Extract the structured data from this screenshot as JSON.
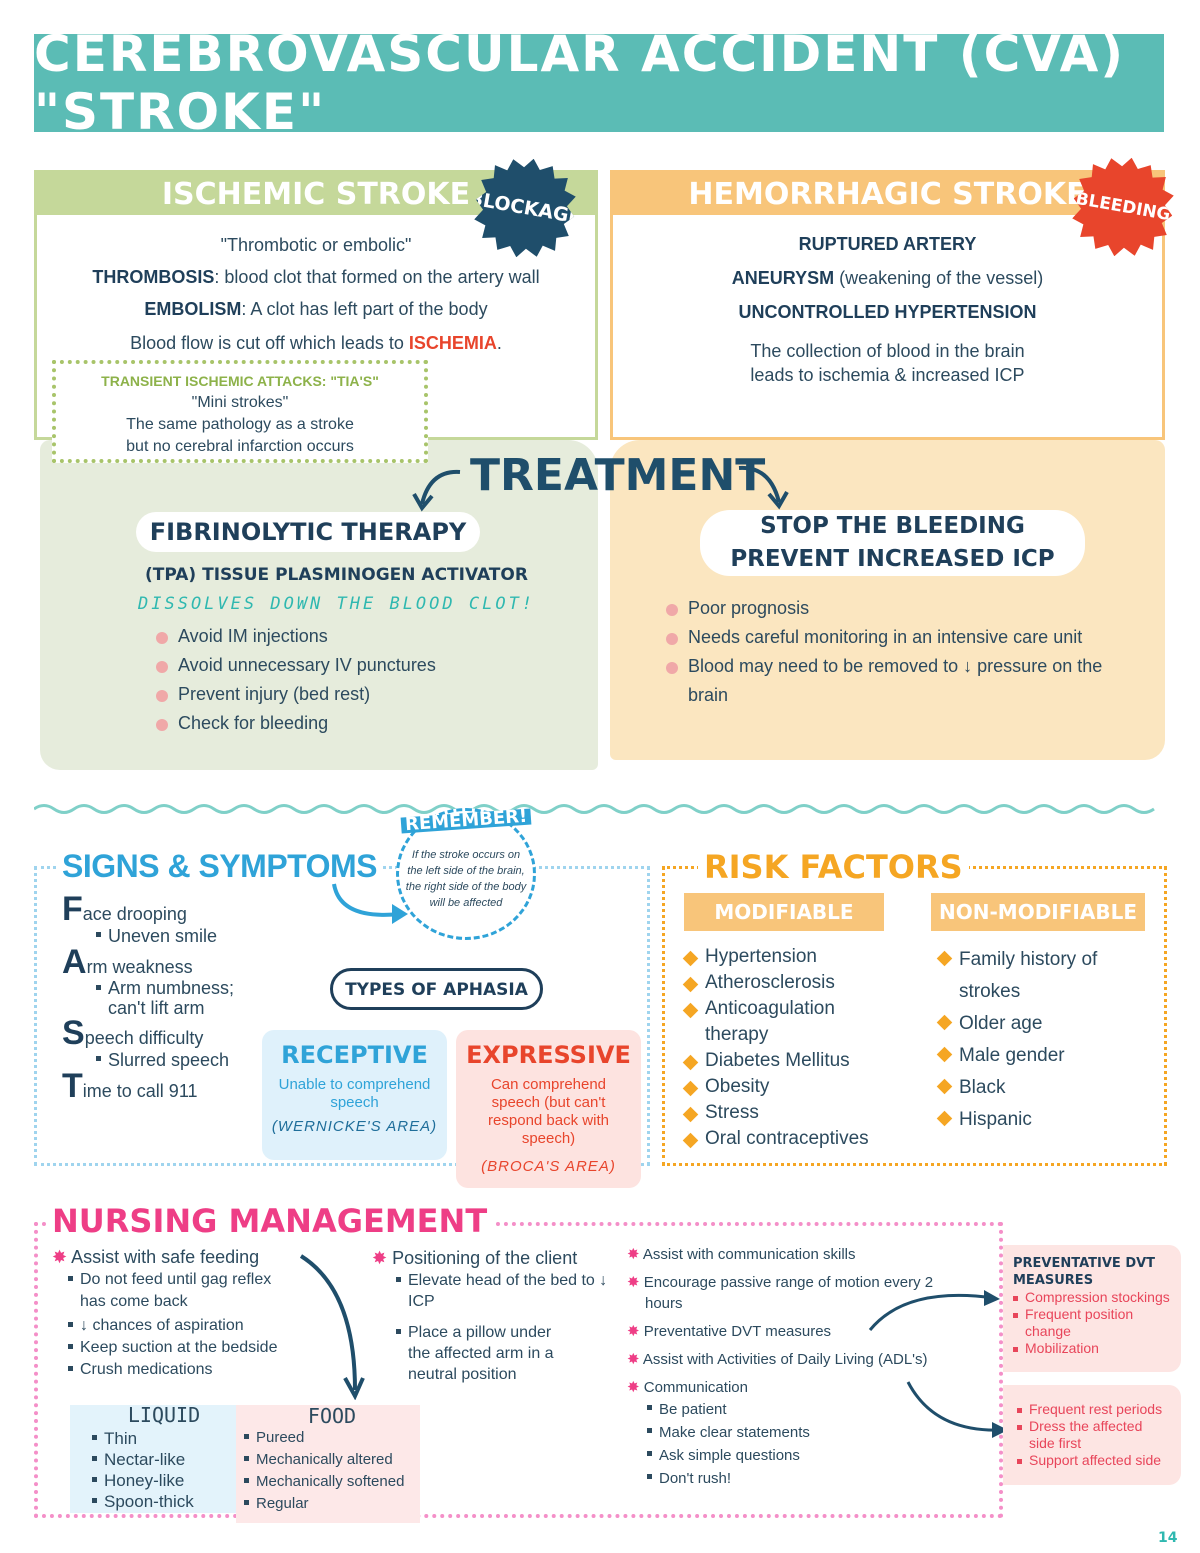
{
  "title": "CEREBROVASCULAR ACCIDENT (CVA) \"STROKE\"",
  "ischemic": {
    "header": "ISCHEMIC STROKE",
    "badge": "BLOCKAGE",
    "subtitle": "\"Thrombotic or embolic\"",
    "thrombosis_term": "THROMBOSIS",
    "thrombosis_def": ": blood clot that formed on the artery wall",
    "embolism_term": "EMBOLISM",
    "embolism_def": ": A clot has left part of the body",
    "flow_text": "Blood flow is cut off which leads to",
    "flow_highlight": "ISCHEMIA",
    "tia": {
      "title": "TRANSIENT ISCHEMIC ATTACKS: \"TIA'S\"",
      "line1": "\"Mini strokes\"",
      "line2": "The same pathology as a stroke",
      "line3": "but no cerebral infarction occurs"
    }
  },
  "hemorrhagic": {
    "header": "HEMORRHAGIC STROKE",
    "badge": "BLEEDING",
    "line1": "RUPTURED ARTERY",
    "aneurysm_term": "ANEURYSM",
    "aneurysm_def": " (weakening of the vessel)",
    "line3": "UNCONTROLLED HYPERTENSION",
    "desc1": "The collection of blood in the brain",
    "desc2": "leads to ischemia & increased ICP"
  },
  "treatment": {
    "title": "TREATMENT",
    "ischemic": {
      "pill": "FIBRINOLYTIC THERAPY",
      "drug": "(TPA) TISSUE PLASMINOGEN ACTIVATOR",
      "tagline": "DISSOLVES DOWN THE BLOOD CLOT!",
      "items": [
        "Avoid IM injections",
        "Avoid unnecessary IV punctures",
        "Prevent injury (bed rest)",
        "Check for bleeding"
      ]
    },
    "hemorrhagic": {
      "pill1": "STOP THE BLEEDING",
      "pill2": "PREVENT INCREASED ICP",
      "items": [
        "Poor prognosis",
        "Needs careful monitoring in an intensive care unit",
        "Blood may need to be removed to ↓ pressure on the brain"
      ]
    }
  },
  "remember": {
    "title": "REMEMBER!",
    "lines": [
      "If the stroke occurs on",
      "the left side of the brain,",
      "the right side of the body",
      "will be affected"
    ]
  },
  "signs": {
    "title": "SIGNS & SYMPTOMS",
    "fast": [
      {
        "letter": "F",
        "rest": "ace drooping",
        "sub": "Uneven smile"
      },
      {
        "letter": "A",
        "rest": "rm weakness",
        "sub": "Arm numbness; can't lift arm"
      },
      {
        "letter": "S",
        "rest": "peech difficulty",
        "sub": "Slurred speech"
      },
      {
        "letter": "T",
        "rest": "ime to call 911",
        "sub": ""
      }
    ],
    "aphasia": {
      "title": "TYPES OF APHASIA",
      "receptive": {
        "title": "RECEPTIVE",
        "desc": "Unable to comprehend speech",
        "area": "(WERNICKE'S AREA)"
      },
      "expressive": {
        "title": "EXPRESSIVE",
        "desc": "Can comprehend speech (but can't respond back with speech)",
        "area": "(BROCA'S AREA)"
      }
    }
  },
  "risk": {
    "title": "RISK FACTORS",
    "modifiable": {
      "label": "MODIFIABLE",
      "items": [
        "Hypertension",
        "Atherosclerosis",
        "Anticoagulation therapy",
        "Diabetes Mellitus",
        "Obesity",
        "Stress",
        "Oral contraceptives"
      ]
    },
    "non_modifiable": {
      "label": "NON-MODIFIABLE",
      "items": [
        "Family history of strokes",
        "Older age",
        "Male gender",
        "Black",
        "Hispanic"
      ]
    }
  },
  "nursing": {
    "title": "NURSING MANAGEMENT",
    "feeding": {
      "label": "Assist with safe feeding",
      "items": [
        "Do not feed until gag reflex has come back",
        "↓ chances of aspiration",
        "Keep suction at the bedside",
        "Crush medications"
      ]
    },
    "liquid": {
      "title": "LIQUID",
      "items": [
        "Thin",
        "Nectar-like",
        "Honey-like",
        "Spoon-thick"
      ]
    },
    "food": {
      "title": "FOOD",
      "items": [
        "Pureed",
        "Mechanically altered",
        "Mechanically softened",
        "Regular"
      ]
    },
    "positioning": {
      "label": "Positioning of the client",
      "items": [
        "Elevate head of the bed to ↓ ICP",
        "Place a pillow under the affected arm in a neutral position"
      ]
    },
    "col3": [
      "Assist with communication skills",
      "Encourage passive range of motion every 2 hours",
      "Preventative DVT measures",
      "Assist with Activities of Daily Living (ADL's)",
      "Communication"
    ],
    "communication": [
      "Be patient",
      "Make clear statements",
      "Ask simple questions",
      "Don't rush!"
    ],
    "dvt": {
      "title": "PREVENTATIVE DVT MEASURES",
      "items": [
        "Compression stockings",
        "Frequent position change",
        "Mobilization"
      ]
    },
    "adl": {
      "items": [
        "Frequent rest periods",
        "Dress the affected side first",
        "Support affected side"
      ]
    }
  },
  "page_number": "14",
  "colors": {
    "teal": "#5bbcb5",
    "green": "#c5d89a",
    "orange": "#f8c57a",
    "navy": "#1f4e6b",
    "blue": "#2fa3d8",
    "pink": "#ee3e86",
    "red": "#e8452c"
  }
}
